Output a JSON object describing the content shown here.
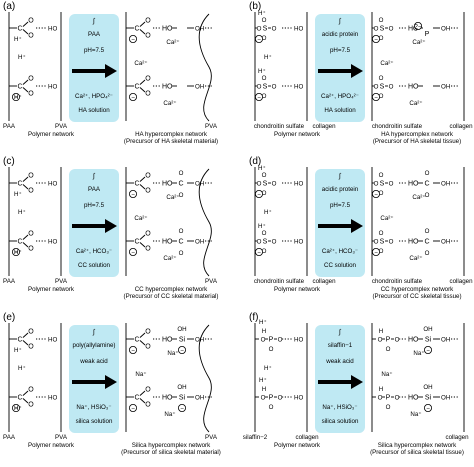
{
  "panels": [
    {
      "label": "(a)",
      "box": [
        "PAA",
        "pH=7.5",
        "Ca²⁺, HPO₄²⁻",
        "HA solution"
      ],
      "left_chem": "carboxyl",
      "right_chem": "HA",
      "extra": [
        "Ca²⁺",
        "Ca²⁺",
        "Ca²⁺"
      ],
      "bottom_labels": [
        "PAA",
        "PVA",
        "PVA"
      ],
      "caption_line1": "Polymer network",
      "caption_line2": "HA hypercomplex network",
      "caption_line3": "(Precursor of HA skeletal material)",
      "membrane": true
    },
    {
      "label": "(b)",
      "box": [
        "acidic protein",
        "pH=7.5",
        "Ca²⁺, HPO₄²⁻",
        "HA solution"
      ],
      "left_chem": "sulfate",
      "right_chem": "HA",
      "extra": [
        "Ca²⁺",
        "Ca²⁺",
        "Ca²⁺"
      ],
      "bottom_labels": [
        "chondroitin sulfate",
        "collagen",
        "chondroitin sulfate",
        "collagen"
      ],
      "caption_line1": "Polymer network",
      "caption_line2": "HA hypercomplex network",
      "caption_line3": "(Precursor of HA skeletal tissue)",
      "membrane": false
    },
    {
      "label": "(c)",
      "box": [
        "PAA",
        "pH=7.5",
        "Ca²⁺, HCO₃⁻",
        "CC solution"
      ],
      "left_chem": "carboxyl",
      "right_chem": "CC",
      "extra": [
        "Ca²⁺",
        "Ca²⁺",
        "Ca²⁺"
      ],
      "bottom_labels": [
        "PAA",
        "PVA",
        "PVA"
      ],
      "caption_line1": "Polymer network",
      "caption_line2": "CC hypercomplex network",
      "caption_line3": "(Precursor of CC skeletal material)",
      "membrane": true
    },
    {
      "label": "(d)",
      "box": [
        "acidic protein",
        "pH=7.5",
        "Ca²⁺, HCO₃⁻",
        "CC solution"
      ],
      "left_chem": "sulfate",
      "right_chem": "CC",
      "extra": [
        "Ca²⁺",
        "Ca²⁺",
        "Ca²⁺"
      ],
      "bottom_labels": [
        "chondroitin sulfate",
        "collagen",
        "chondroitin sulfate",
        "collagen"
      ],
      "caption_line1": "Polymer network",
      "caption_line2": "CC hypercomplex network",
      "caption_line3": "(Precursor of CC skeletal tissue)",
      "membrane": false
    },
    {
      "label": "(e)",
      "box": [
        "poly(allylamine)",
        "weak acid",
        "Na⁺, HSiO₃⁻",
        "silica solution"
      ],
      "left_chem": "carboxyl",
      "right_chem": "Si",
      "extra": [
        "Na⁺",
        "Na⁺",
        "Na⁺"
      ],
      "bottom_labels": [
        "PAA",
        "PVA",
        "PVA"
      ],
      "caption_line1": "Polymer network",
      "caption_line2": "Silica hypercomplex network",
      "caption_line3": "(Precursor of silica skeletal material)",
      "membrane": true
    },
    {
      "label": "(f)",
      "box": [
        "silaffin−1",
        "weak acid",
        "Na⁺, HSiO₃⁻",
        "silica solution"
      ],
      "left_chem": "phosphate",
      "right_chem": "Si",
      "extra": [
        "Na⁺",
        "Na⁺",
        "Na⁺"
      ],
      "bottom_labels": [
        "silaffin−2",
        "collagen",
        "collagen"
      ],
      "caption_line1": "Polymer network",
      "caption_line2": "Silica hypercomplex network",
      "caption_line3": "(Precursor of silica skeletal tissue)",
      "membrane": false
    }
  ],
  "glyphs": {
    "H": "H",
    "Hplus": "H⁺",
    "C": "C",
    "S": "S",
    "P": "P",
    "Si": "Si",
    "O": "O",
    "OH": "OH",
    "HO": "HO",
    "minus": "−",
    "two_minus": "2−"
  }
}
